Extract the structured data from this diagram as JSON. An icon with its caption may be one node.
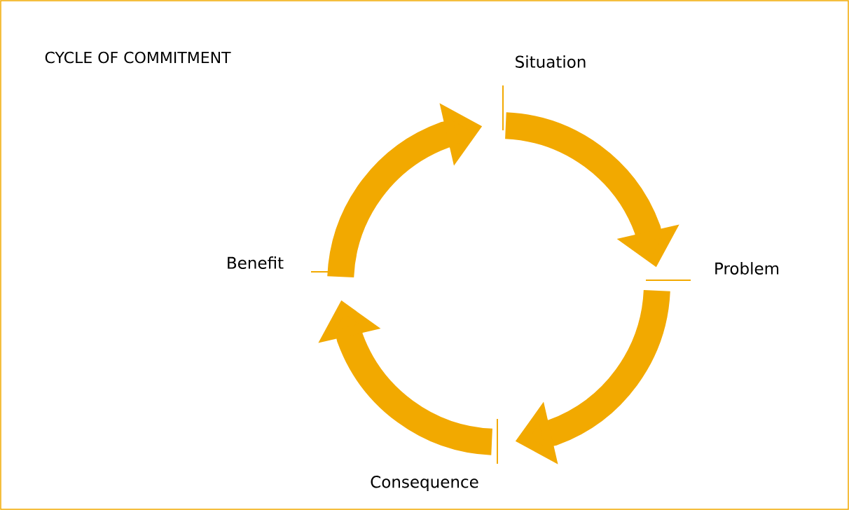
{
  "diagram": {
    "title": "CYCLE OF COMMITMENT",
    "nodes": [
      {
        "text": [
          "Situation"
        ]
      },
      {
        "text": [
          "Problem"
        ]
      },
      {
        "text": [
          "Consequence"
        ]
      },
      {
        "text": [
          "Benefit"
        ]
      }
    ],
    "edges": [
      {
        "from": 0,
        "to": 1,
        "arrow": "to"
      },
      {
        "from": 1,
        "to": 2,
        "arrow": "to"
      },
      {
        "from": 2,
        "to": 3,
        "arrow": "to"
      },
      {
        "from": 3,
        "to": 0,
        "arrow": "to"
      }
    ]
  }
}
